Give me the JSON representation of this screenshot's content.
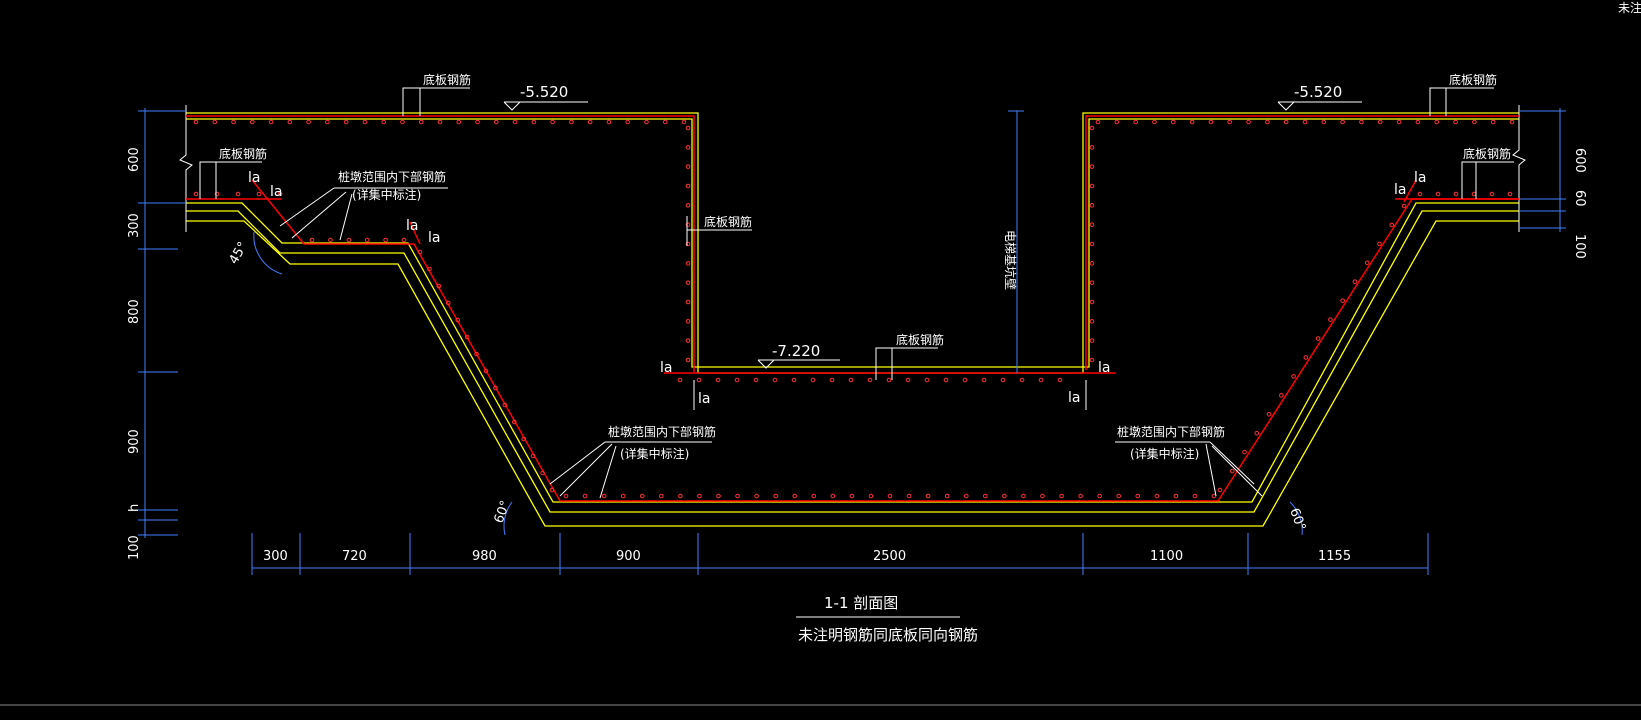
{
  "corner_text": "未注",
  "levels": {
    "left_top": "-5.520",
    "right_top": "-5.520",
    "pit_bottom": "-7.220"
  },
  "labels": {
    "bottom_bar": "底板钢筋",
    "pile_cap_line1": "桩墩范围内下部钢筋",
    "pile_cap_line2": "(详集中标注)",
    "elevator_pit_wall": "电梯基坑壁",
    "anchor": "la"
  },
  "left_vertical_dims": [
    "600",
    "300",
    "800",
    "900",
    "h",
    "100"
  ],
  "right_vertical_dims": [
    "600",
    "60",
    "100"
  ],
  "horizontal_dims": [
    "300",
    "720",
    "980",
    "900",
    "2500",
    "1100",
    "1155"
  ],
  "angles": {
    "slope_top": "45°",
    "slope_left": "60°",
    "slope_right": "60°"
  },
  "title": {
    "name": "1-1  剖面图",
    "note": "未注明钢筋同底板同向钢筋"
  },
  "colors": {
    "background": "#000000",
    "rebar": "#ff0000",
    "concrete": "#ffff00",
    "dimension": "#3f7fff",
    "text": "#ffffff",
    "leader": "#ffffff"
  }
}
